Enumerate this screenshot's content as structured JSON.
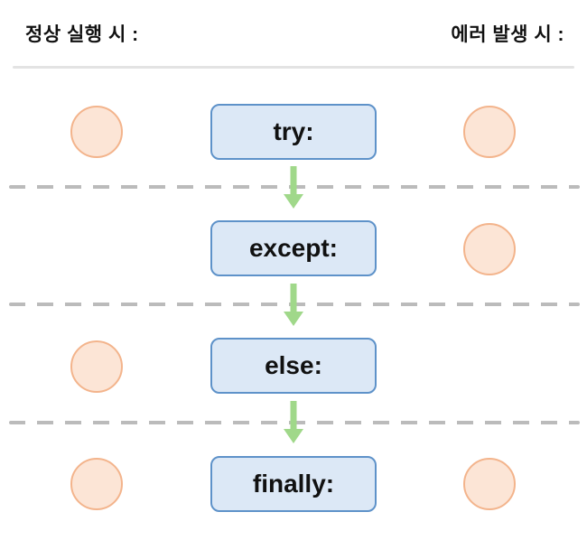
{
  "header": {
    "left_label": "정상 실행 시 :",
    "right_label": "에러 발생 시 :"
  },
  "flow": {
    "rows": [
      {
        "keyword": "try:",
        "normal_path": true,
        "error_path": true
      },
      {
        "keyword": "except:",
        "normal_path": false,
        "error_path": true
      },
      {
        "keyword": "else:",
        "normal_path": true,
        "error_path": false
      },
      {
        "keyword": "finally:",
        "normal_path": true,
        "error_path": true
      }
    ],
    "arrow_count": 3
  },
  "colors": {
    "box-fill": "#dce8f6",
    "box-border": "#5e92c9",
    "circle-fill": "#fce5d6",
    "circle-border": "#f3b48c",
    "arrow-green": "#a0d88a",
    "dash-gray": "#bbbbbb",
    "divider-gray": "#e3e3e3",
    "text-black": "#111111"
  }
}
